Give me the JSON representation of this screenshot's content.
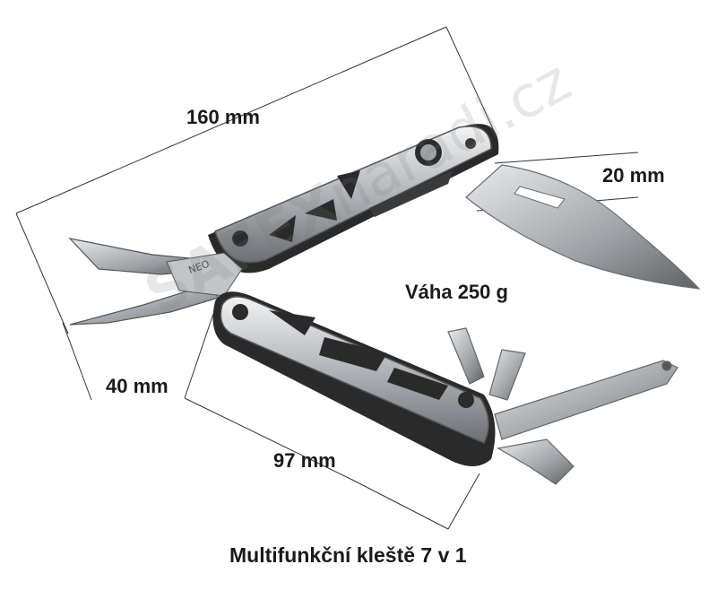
{
  "dimensions": {
    "length": "160 mm",
    "thickness": "20 mm",
    "width": "40 mm",
    "closed_length": "97 mm"
  },
  "weight": "Váha 250 g",
  "caption": "Multifunkční kleště 7 v 1",
  "watermark": {
    "bold": "SAFEX",
    "thin": "naradi.cz"
  },
  "brand_mark": "NEO",
  "colors": {
    "text": "#1a1a1a",
    "steel": "#b9bcc0",
    "handle": "#2a2a2a",
    "line": "#333333"
  }
}
